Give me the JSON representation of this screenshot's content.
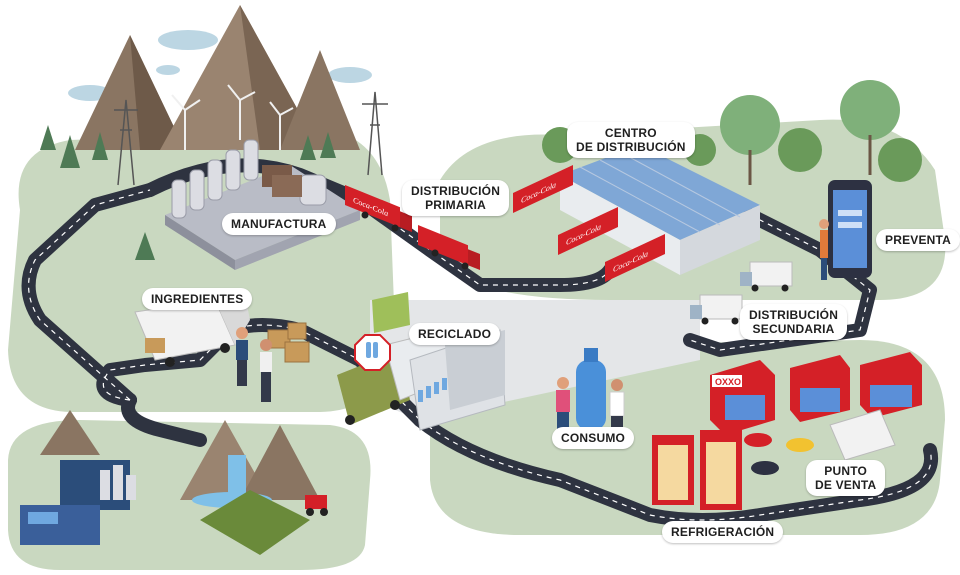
{
  "labels": {
    "manufactura": "MANUFACTURA",
    "distribucion_primaria": [
      "DISTRIBUCIÓN",
      "PRIMARIA"
    ],
    "centro_distribucion": [
      "CENTRO",
      "DE DISTRIBUCIÓN"
    ],
    "preventa": "PREVENTA",
    "ingredientes": "INGREDIENTES",
    "reciclado": "RECICLADO",
    "distribucion_secundaria": [
      "DISTRIBUCIÓN",
      "SECUNDARIA"
    ],
    "consumo": "CONSUMO",
    "punto_de_venta": [
      "PUNTO",
      "DE VENTA"
    ],
    "refrigeracion": "REFRIGERACIÓN"
  },
  "store_sign": "OXXO",
  "brand_text": "Coca-Cola",
  "colors": {
    "ground": "#c9d8c0",
    "road": "#2e3340",
    "brand_red": "#d42027",
    "sky": "#ffffff"
  }
}
